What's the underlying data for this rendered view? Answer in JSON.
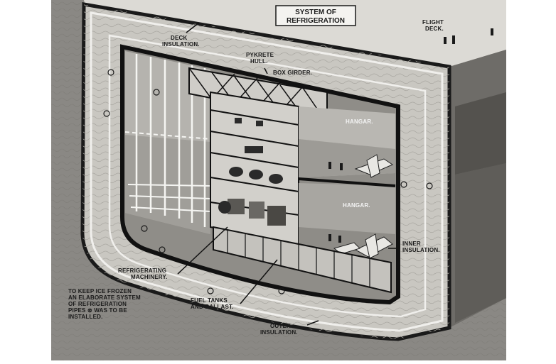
{
  "title_box": {
    "line1": "SYSTEM OF",
    "line2": "REFRIGERATION"
  },
  "labels": {
    "deck_insulation": [
      "DECK",
      "INSULATION."
    ],
    "flight_deck": [
      "FLIGHT",
      "DECK."
    ],
    "pykrete_hull": [
      "PYKRETE",
      "HULL."
    ],
    "box_girder": "BOX GIRDER.",
    "hangar_upper": "HANGAR.",
    "hangar_lower": "HANGAR.",
    "inner_insulation": [
      "INNER",
      "INSULATION."
    ],
    "refrigerating_machinery": [
      "REFRIGERATING",
      "MACHINERY."
    ],
    "fuel_tanks": [
      "FUEL TANKS",
      "AND BALLAST."
    ],
    "outer_insulation": [
      "OUTER",
      "INSULATION."
    ],
    "note": [
      "TO KEEP ICE FROZEN",
      "AN ELABORATE SYSTEM",
      "OF REFRIGERATION",
      "PIPES ⊗ WAS TO BE",
      "INSTALLED."
    ]
  },
  "colors": {
    "ink": "#1a1a1a",
    "paper": "#ffffff",
    "hull": "#c9c7c1",
    "deck_top": "#dcdad5",
    "dark_side": "#6e6c68",
    "interior": "#8f8d88",
    "ground": "#8a8884"
  }
}
